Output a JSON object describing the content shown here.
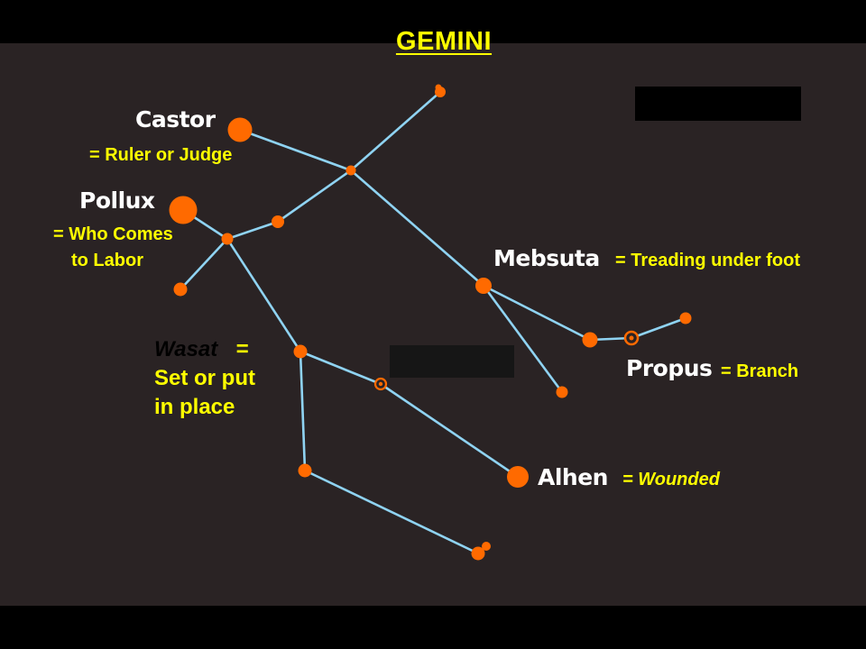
{
  "title": "GEMINI",
  "colors": {
    "background": "#2a2324",
    "star": "#ff6a00",
    "line": "#8fd3f2",
    "name": "#ffffff",
    "meaning": "#ffff00"
  },
  "stars": {
    "castor": {
      "name": "Castor",
      "meaning": "= Ruler or Judge"
    },
    "pollux": {
      "name": "Pollux",
      "meaning_lines": [
        "= Who Comes",
        "to Labor"
      ]
    },
    "mebsuta": {
      "name": "Mebsuta",
      "meaning": "= Treading  under foot"
    },
    "propus": {
      "name": "Propus",
      "meaning": "=  Branch"
    },
    "alhen": {
      "name": "Alhen",
      "meaning": "=  Wounded"
    },
    "wasat": {
      "name": "Wasat",
      "equals": "=",
      "meaning_lines": [
        "Set or put",
        "in place"
      ]
    }
  }
}
